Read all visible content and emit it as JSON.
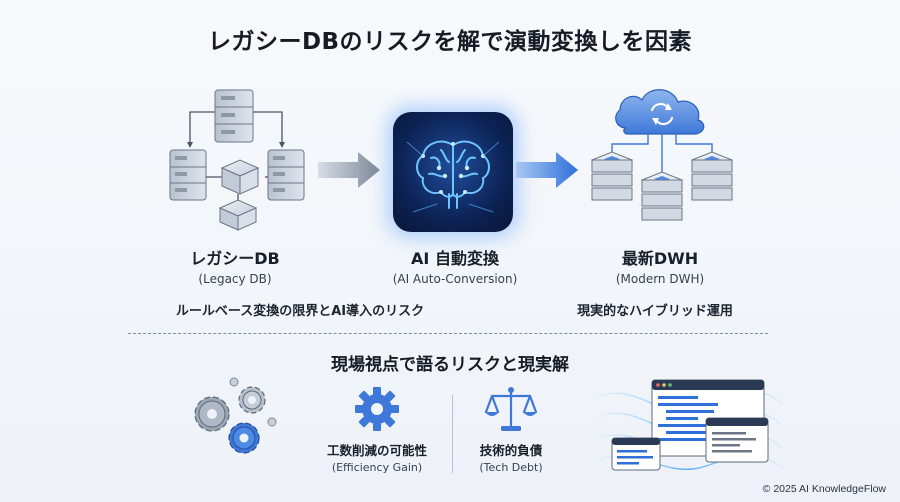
{
  "title": "レガシーDBのリスクを解で演動変換しを因素",
  "flow": {
    "legacy": {
      "label": "レガシーDB",
      "sub": "(Legacy DB)",
      "icon": "server-cluster-icon"
    },
    "ai": {
      "label": "AI 自動変換",
      "sub": "(AI Auto-Conversion)",
      "icon": "brain-icon"
    },
    "dwh": {
      "label": "最新DWH",
      "sub": "(Modern DWH)",
      "icon": "cloud-database-icon"
    }
  },
  "notes": {
    "left": "ルールベース変換の限界とAI導入のリスク",
    "right": "現実的なハイブリッド運用"
  },
  "section": {
    "title": "現場視点で語るリスクと現実解",
    "efficiency": {
      "label": "工数削減の可能性",
      "sub": "(Efficiency Gain)"
    },
    "debt": {
      "label": "技術的負債",
      "sub": "(Tech Debt)"
    }
  },
  "copyright": "© 2025 AI KnowledgeFlow",
  "colors": {
    "accent": "#3d7de0",
    "server": "#c9d1dd",
    "navy": "#0d2356"
  }
}
